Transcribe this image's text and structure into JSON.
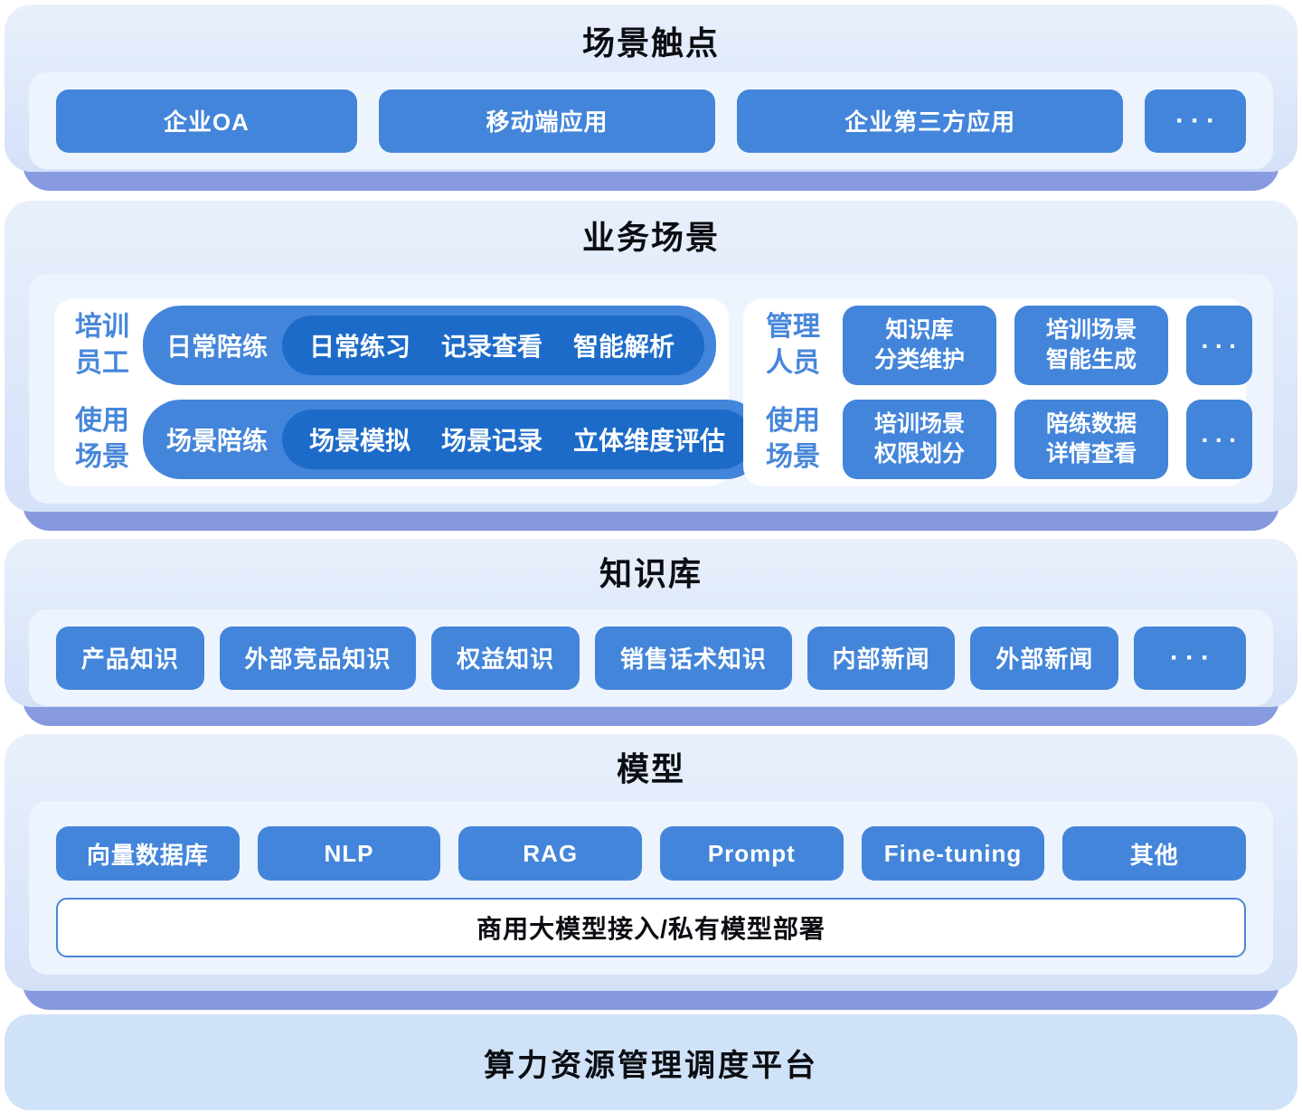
{
  "colors": {
    "button_blue": "#4385da",
    "deep_pill_blue": "#1d6bc9",
    "section_bg_top": "#e9f0fc",
    "section_bg_bottom": "#d4e1f8",
    "panel_bg": "#edf4fd",
    "shadow_periwinkle": "#8c9fe2",
    "card_white": "#ffffff",
    "role_text_blue": "#4787da",
    "platform_bar_bg": "#d0e2f8",
    "bar_border_blue": "#4a85d8",
    "title_text": "#0b0d12"
  },
  "sections": {
    "touchpoints": {
      "title": "场景触点",
      "buttons": [
        "企业OA",
        "移动端应用",
        "企业第三方应用"
      ],
      "more": "···"
    },
    "business": {
      "title": "业务场景",
      "left": {
        "role_top": {
          "l1": "培训",
          "l2": "员工"
        },
        "role_bottom": {
          "l1": "使用",
          "l2": "场景"
        },
        "rows": [
          {
            "label": "日常陪练",
            "items": [
              "日常练习",
              "记录查看",
              "智能解析"
            ]
          },
          {
            "label": "场景陪练",
            "items": [
              "场景模拟",
              "场景记录",
              "立体维度评估"
            ]
          }
        ]
      },
      "right": {
        "role_top": {
          "l1": "管理",
          "l2": "人员"
        },
        "role_bottom": {
          "l1": "使用",
          "l2": "场景"
        },
        "rows": [
          {
            "buttons": [
              {
                "l1": "知识库",
                "l2": "分类维护"
              },
              {
                "l1": "培训场景",
                "l2": "智能生成"
              }
            ],
            "more": "···"
          },
          {
            "buttons": [
              {
                "l1": "培训场景",
                "l2": "权限划分"
              },
              {
                "l1": "陪练数据",
                "l2": "详情查看"
              }
            ],
            "more": "···"
          }
        ]
      }
    },
    "knowledge": {
      "title": "知识库",
      "buttons": [
        "产品知识",
        "外部竞品知识",
        "权益知识",
        "销售话术知识",
        "内部新闻",
        "外部新闻"
      ],
      "more": "···"
    },
    "model": {
      "title": "模型",
      "buttons": [
        "向量数据库",
        "NLP",
        "RAG",
        "Prompt",
        "Fine-tuning",
        "其他"
      ],
      "bar": "商用大模型接入/私有模型部署"
    },
    "platform": {
      "title": "算力资源管理调度平台"
    }
  }
}
